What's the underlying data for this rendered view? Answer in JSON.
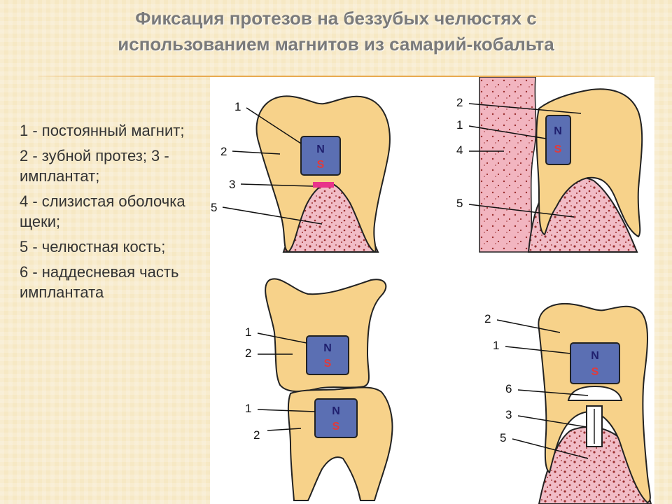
{
  "slide": {
    "title_line1": "Фиксация протезов на беззубых челюстях с",
    "title_line2": "использованием магнитов из самарий-кобальта"
  },
  "legend": [
    "1 - постоянный магнит;",
    "2 - зубной протез; 3 - имплантат;",
    "4 - слизистая оболочка щеки;",
    "5 - челюстная кость;",
    "6 - наддесневая часть имплантата"
  ],
  "magnet": {
    "north": "N",
    "south": "S"
  },
  "numbers": {
    "n1": "1",
    "n2": "2",
    "n3": "3",
    "n4": "4",
    "n5": "5",
    "n6": "6"
  },
  "colors": {
    "prosthesis": "#f7d28a",
    "bone": "#f1bcc6",
    "bone_dots": "#9a2f2f",
    "magnet": "#5b6fb3",
    "magnet_north": "#1f1f6e",
    "magnet_south": "#e23a3a",
    "mucosa": "#f2b5c0"
  }
}
